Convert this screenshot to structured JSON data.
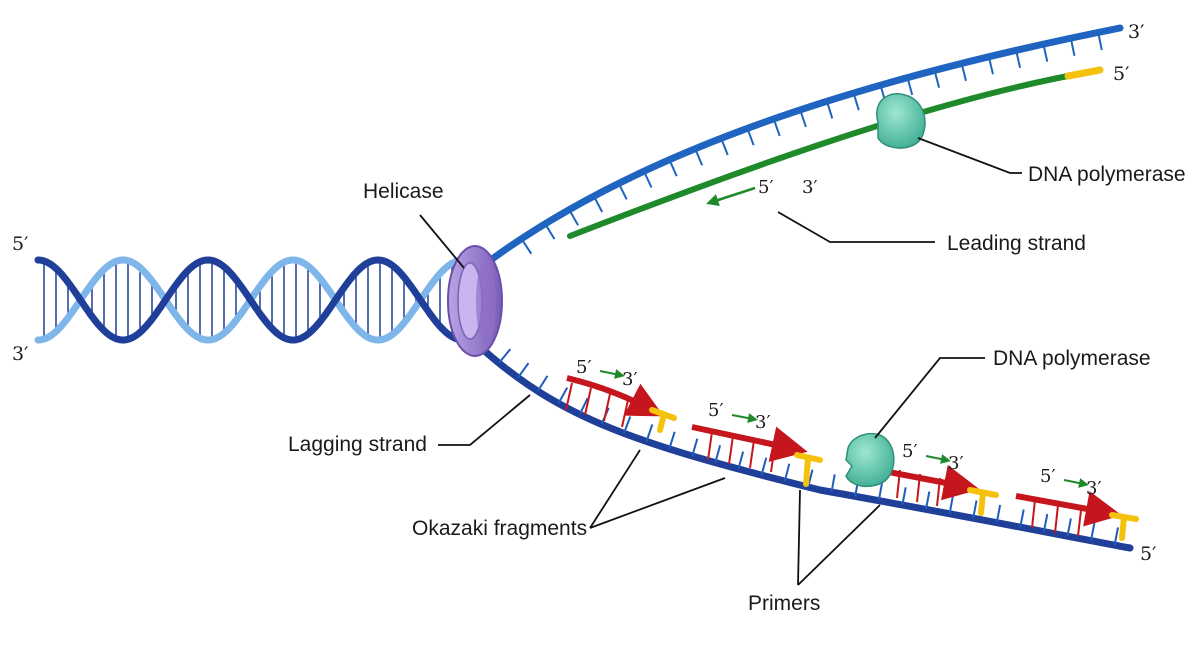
{
  "labels": {
    "helicase": "Helicase",
    "dna_polymerase_top": "DNA polymerase",
    "leading_strand": "Leading strand",
    "dna_polymerase_bottom": "DNA polymerase",
    "lagging_strand": "Lagging strand",
    "okazaki_fragments": "Okazaki fragments",
    "primers": "Primers"
  },
  "ends": {
    "helix_left_top": "5′",
    "helix_left_bottom": "3′",
    "top_strand_end": "3′",
    "leading_new_end": "5′",
    "bottom_strand_end": "5′"
  },
  "direction": {
    "from": "5′",
    "to": "3′"
  },
  "colors": {
    "parent_dark": "#1f3f99",
    "parent_light": "#7fb6ea",
    "top_strand": "#1e64c0",
    "leading_new": "#1e8a2a",
    "okazaki": "#c4161c",
    "primer": "#f4c20d",
    "polymerase": "#5cc9ad",
    "helicase": "#9b7fcf",
    "arrow_green": "#1e8a2a"
  }
}
